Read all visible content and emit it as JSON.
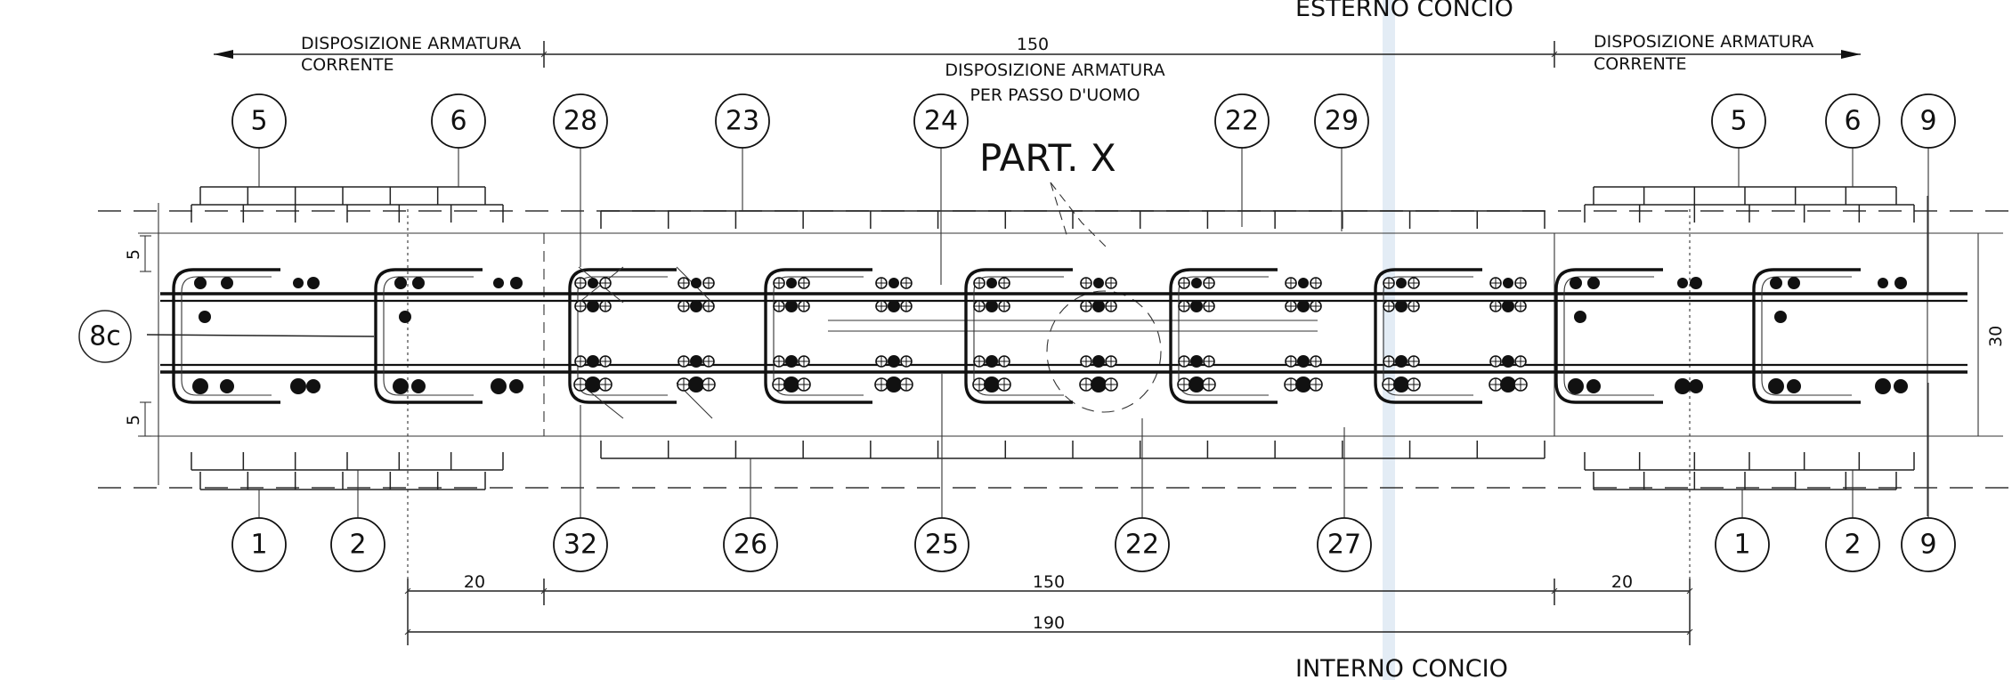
{
  "labels": {
    "esterno": "ESTERNO  CONCIO",
    "interno": "INTERNO  CONCIO",
    "left_note_1": "DISPOSIZIONE ARMATURA",
    "left_note_2": "CORRENTE",
    "right_note_1": "DISPOSIZIONE ARMATURA",
    "right_note_2": "CORRENTE",
    "center_note_1": "DISPOSIZIONE ARMATURA",
    "center_note_2": "PER PASSO D'UOMO",
    "part": "PART. X"
  },
  "dimensions": {
    "top_span": "150",
    "bottom_left": "20",
    "bottom_center": "150",
    "bottom_right": "20",
    "bottom_total": "190",
    "cover_top": "5",
    "cover_bottom": "5",
    "height": "30"
  },
  "bubbles": {
    "top": [
      "5",
      "6",
      "28",
      "23",
      "24",
      "22",
      "29",
      "5",
      "6",
      "9"
    ],
    "side": "8c",
    "bottom": [
      "1",
      "2",
      "32",
      "26",
      "25",
      "22",
      "27",
      "1",
      "2",
      "9"
    ]
  },
  "colors": {
    "line": "#222222",
    "paper": "#ffffff",
    "scan_band": "#dfe9f3"
  }
}
